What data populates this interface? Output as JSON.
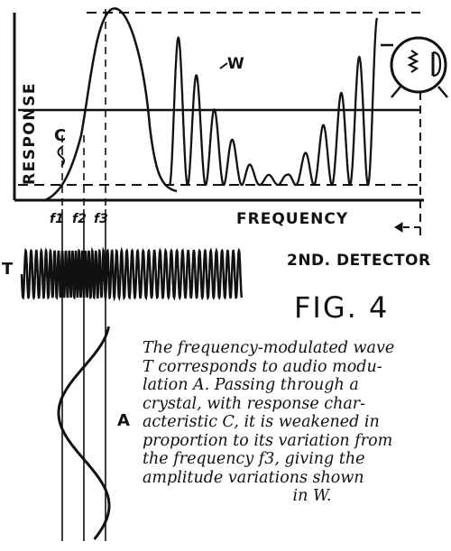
{
  "labels": {
    "response": "RESPONSE",
    "frequency": "FREQUENCY",
    "curve_c": "C",
    "wave_w": "W",
    "wave_t": "T",
    "audio_a": "A",
    "f1": "f1",
    "f2": "f2",
    "f3": "f3",
    "detector": "2ND. DETECTOR",
    "figure": "FIG. 4"
  },
  "caption": [
    "The frequency-modulated wave",
    "T corresponds to audio modu-",
    "lation A.  Passing through a",
    "crystal, with response char-",
    "acteristic C, it is weakened in",
    "proportion to its variation from",
    "the frequency f3, giving the",
    "amplitude variations   shown",
    "in W."
  ],
  "colors": {
    "ink": "#111111",
    "paper": "#ffffff"
  },
  "icons": {
    "detector": "vacuum-tube-icon"
  }
}
